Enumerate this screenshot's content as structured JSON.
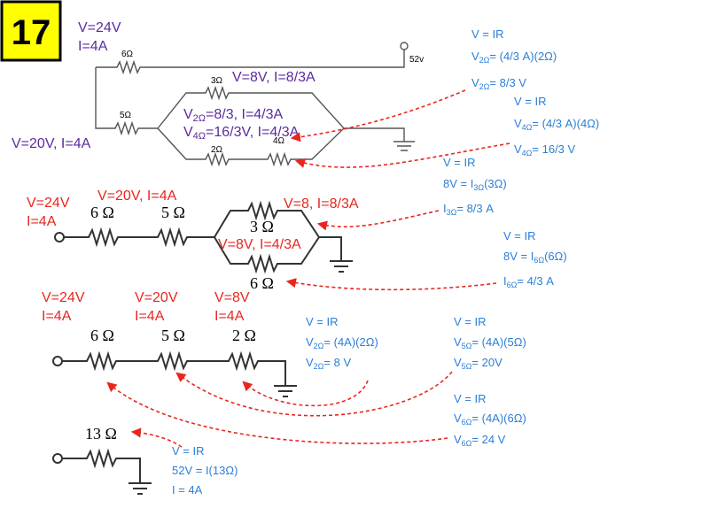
{
  "problem_number": "17",
  "colors": {
    "badge": "#ffff00",
    "purple": "#5b2a9e",
    "red": "#e8261f",
    "blue": "#2a7fd6"
  },
  "top_circuit": {
    "source_voltage": "52v",
    "r6": "6Ω",
    "r5": "5Ω",
    "r3": "3Ω",
    "r2": "2Ω",
    "r4": "4Ω",
    "note_6_v": "V=24V",
    "note_6_i": "I=4A",
    "note_3": "V=8V, I=8/3A",
    "note_2": "=8/3, I=4/3A",
    "note_4": "=16/3V, I=4/3A",
    "note_5": "V=20V, I=4A",
    "sub2": "2Ω",
    "sub4": "4Ω",
    "V_prefix": "V"
  },
  "second_circuit": {
    "r6": "6 Ω",
    "r5": "5 Ω",
    "r3": "3 Ω",
    "r6b": "6 Ω",
    "note_6_v": "V=24V",
    "note_6_i": "I=4A",
    "note_5": "V=20V, I=4A",
    "note_3": "V=8, I=8/3A",
    "note_6b": "V=8V, I=4/3A"
  },
  "third_circuit": {
    "r6": "6 Ω",
    "r5": "5 Ω",
    "r2": "2 Ω",
    "note_6_v": "V=24V",
    "note_6_i": "I=4A",
    "note_5_v": "V=20V",
    "note_5_i": "I=4A",
    "note_2_v": "V=8V",
    "note_2_i": "I=4A"
  },
  "fourth_circuit": {
    "r13": "13 Ω"
  },
  "calculations": {
    "top_2ohm": {
      "l1": "V = IR",
      "l2": "V",
      "sub": "2Ω",
      "l2b": "= (4/3 A)(2Ω)",
      "l3b": "= 8/3  V"
    },
    "top_4ohm": {
      "l1": "V = IR",
      "l2": "V",
      "sub": "4Ω",
      "l2b": "= (4/3 A)(4Ω)",
      "l3b": "= 16/3  V"
    },
    "mid_3ohm": {
      "l1": "V = IR",
      "l2": "8V = I",
      "sub": "3Ω",
      "l2b": "(3Ω)",
      "l3": "I",
      "l3b": "=  8/3 A"
    },
    "mid_6ohm": {
      "l1": "V = IR",
      "l2": "8V = I",
      "sub": "6Ω",
      "l2b": "(6Ω)",
      "l3": "I",
      "l3b": "= 4/3 A"
    },
    "bot_2ohm": {
      "l1": "V = IR",
      "l2": "V",
      "sub": "2Ω",
      "l2b": "= (4A)(2Ω)",
      "l3b": "= 8 V"
    },
    "bot_5ohm": {
      "l1": "V = IR",
      "l2": "V",
      "sub": "5Ω",
      "l2b": "= (4A)(5Ω)",
      "l3b": "= 20V"
    },
    "bot_6ohm": {
      "l1": "V = IR",
      "l2": "V",
      "sub": "6Ω",
      "l2b": "= (4A)(6Ω)",
      "l3b": "= 24 V"
    },
    "total": {
      "l1": "V = IR",
      "l2": "52V = I(13Ω)",
      "l3": "I = 4A"
    }
  }
}
